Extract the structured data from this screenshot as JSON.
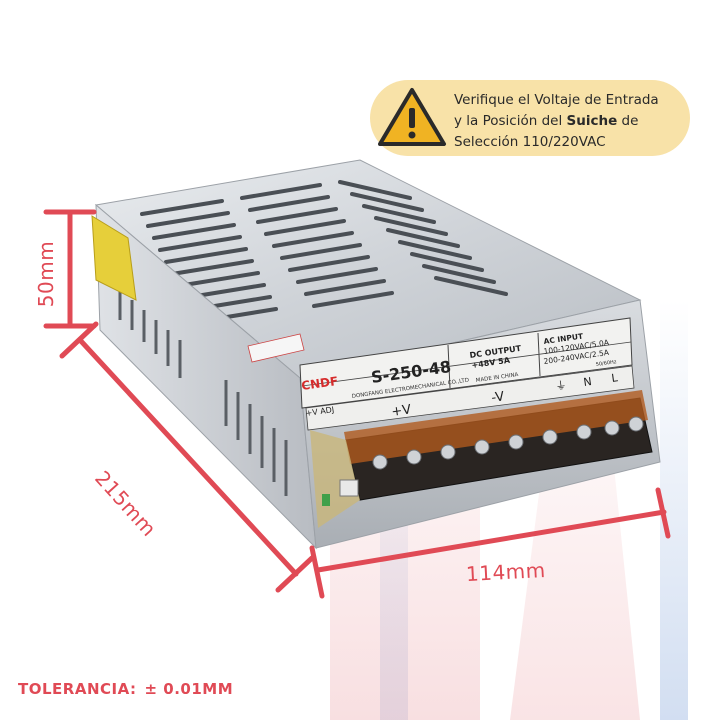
{
  "notice": {
    "line1": "Verifique el Voltaje de Entrada",
    "line2_a": "y la Posición del ",
    "line2_bold": "Suiche",
    "line2_b": " de",
    "line3": "Selección 110/220VAC",
    "icon": "warning-triangle-icon",
    "background": "#f8e2a8"
  },
  "dimensions": {
    "height": "50mm",
    "depth": "215mm",
    "width": "114mm",
    "color": "#e04a55"
  },
  "tolerance": {
    "label": "TOLERANCIA:",
    "value": "± 0.01MM"
  },
  "product_label": {
    "brand": "CNDF",
    "model": "S-250-48",
    "dc_output_title": "DC OUTPUT",
    "dc_output_value": "+48V   5A",
    "ac_input_title": "AC INPUT",
    "ac_input_line1": "100-120VAC/5.0A",
    "ac_input_line2": "200-240VAC/2.5A",
    "frequency": "50/60Hz",
    "manufacturer": "DONGFANG ELECTROMECHANICAL CO.,LTD",
    "made_in": "MADE IN CHINA",
    "adj": "+V ADJ",
    "terminal_pos": "+V",
    "terminal_neg": "-V",
    "terminal_n": "N",
    "terminal_l": "L"
  }
}
